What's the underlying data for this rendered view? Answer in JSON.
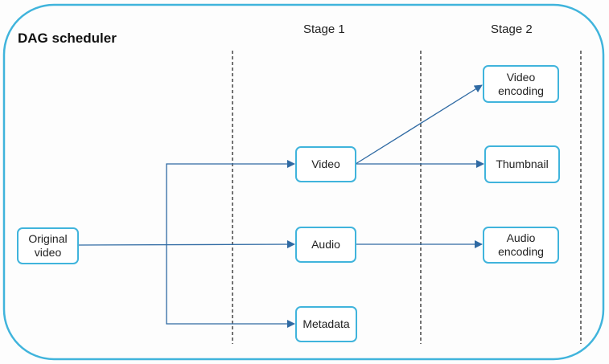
{
  "diagram": {
    "title": "DAG scheduler",
    "stages": [
      "Stage 1",
      "Stage 2"
    ],
    "colors": {
      "frame": "#40b4dc",
      "node_border": "#40b4dc",
      "edge": "#2f6aa3",
      "divider": "#444444"
    },
    "nodes": {
      "original_video": "Original\nvideo",
      "video": "Video",
      "audio": "Audio",
      "metadata": "Metadata",
      "video_encoding": "Video\nencoding",
      "thumbnail": "Thumbnail",
      "audio_encoding": "Audio\nencoding"
    },
    "edges": [
      [
        "original_video",
        "video"
      ],
      [
        "original_video",
        "audio"
      ],
      [
        "original_video",
        "metadata"
      ],
      [
        "video",
        "video_encoding"
      ],
      [
        "video",
        "thumbnail"
      ],
      [
        "audio",
        "audio_encoding"
      ]
    ]
  }
}
